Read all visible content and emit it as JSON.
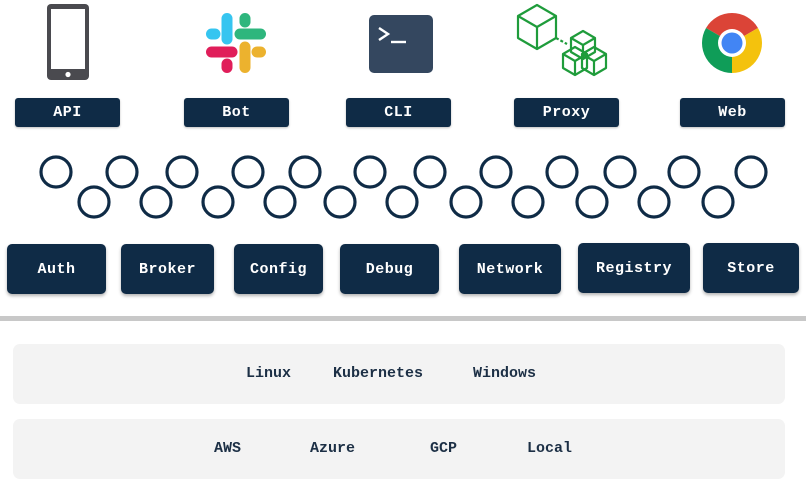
{
  "clients": [
    {
      "label": "API",
      "icon": "mobile-phone-icon"
    },
    {
      "label": "Bot",
      "icon": "slack-icon"
    },
    {
      "label": "CLI",
      "icon": "terminal-icon"
    },
    {
      "label": "Proxy",
      "icon": "proxy-cubes-icon"
    },
    {
      "label": "Web",
      "icon": "chrome-icon"
    }
  ],
  "services": [
    "Auth",
    "Broker",
    "Config",
    "Debug",
    "Network",
    "Registry",
    "Store"
  ],
  "platforms": {
    "os": [
      "Linux",
      "Kubernetes",
      "Windows"
    ],
    "cloud": [
      "AWS",
      "Azure",
      "GCP",
      "Local"
    ]
  },
  "colors": {
    "navy": "#0f2b46",
    "label_text": "#ffffff",
    "platform_text": "#1c2f45",
    "platform_bg": "#f3f3f3",
    "separator": "#c8c8c8",
    "proxy_green": "#1f9c3b"
  }
}
